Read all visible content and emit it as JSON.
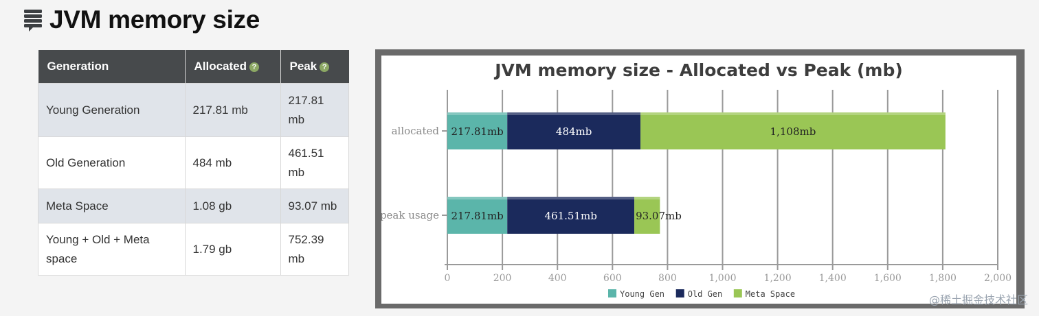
{
  "page": {
    "title": "JVM memory size",
    "watermark": "@稀土掘金技术社区"
  },
  "table": {
    "headers": [
      {
        "label": "Generation",
        "help": false
      },
      {
        "label": "Allocated",
        "help": true
      },
      {
        "label": "Peak",
        "help": true
      }
    ],
    "help_glyph": "?",
    "rows": [
      {
        "generation": "Young Generation",
        "allocated": "217.81 mb",
        "peak": "217.81 mb"
      },
      {
        "generation": "Old Generation",
        "allocated": "484 mb",
        "peak": "461.51 mb"
      },
      {
        "generation": "Meta Space",
        "allocated": "1.08 gb",
        "peak": "93.07 mb"
      },
      {
        "generation": "Young + Old + Meta space",
        "allocated": "1.79 gb",
        "peak": "752.39 mb"
      }
    ]
  },
  "colors": {
    "young": "#5bb5aa",
    "old": "#1b2a5c",
    "meta": "#9ac655"
  },
  "chart_data": {
    "type": "bar",
    "orientation": "horizontal",
    "stacked": true,
    "title": "JVM memory size - Allocated vs Peak (mb)",
    "categories": [
      "allocated",
      "peak usage"
    ],
    "series": [
      {
        "name": "Young Gen",
        "values": [
          217.81,
          217.81
        ],
        "labels": [
          "217.81mb",
          "217.81mb"
        ],
        "color": "#5bb5aa"
      },
      {
        "name": "Old Gen",
        "values": [
          484,
          461.51
        ],
        "labels": [
          "484mb",
          "461.51mb"
        ],
        "color": "#1b2a5c"
      },
      {
        "name": "Meta Space",
        "values": [
          1108,
          93.07
        ],
        "labels": [
          "1,108mb",
          "93.07mb"
        ],
        "color": "#9ac655"
      }
    ],
    "xlim": [
      0,
      2000
    ],
    "ticks": [
      0,
      200,
      400,
      600,
      800,
      1000,
      1200,
      1400,
      1600,
      1800,
      2000
    ],
    "tick_labels": [
      "0",
      "200",
      "400",
      "600",
      "800",
      "1,000",
      "1,200",
      "1,400",
      "1,600",
      "1,800",
      "2,000"
    ],
    "grid": true,
    "legend_position": "bottom-center"
  }
}
